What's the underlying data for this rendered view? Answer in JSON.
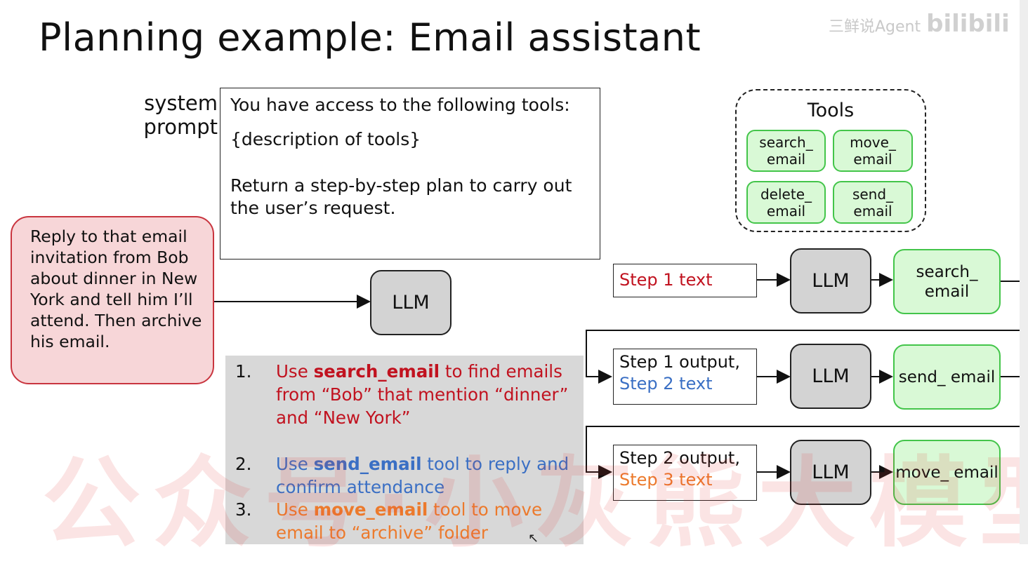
{
  "title": "Planning example: Email assistant",
  "system": {
    "label": "system prompt",
    "lines": [
      "You have access to the following tools:",
      "{description of tools}",
      "Return a step-by-step plan to carry out the user’s request."
    ]
  },
  "user_request": "Reply to that email invitation from Bob about dinner in New York and tell him I’ll attend. Then archive his email.",
  "llm_label": "LLM",
  "tools_group": {
    "title": "Tools",
    "items": [
      "search_ email",
      "move_ email",
      "delete_ email",
      "send_ email"
    ]
  },
  "plan": [
    {
      "num": "1.",
      "pre": "Use ",
      "tool": "search_email",
      "post": " to find emails from “Bob” that mention “dinner” and “New York”"
    },
    {
      "num": "2.",
      "pre": "Use ",
      "tool": "send_email",
      "post": " tool to reply and confirm attendance"
    },
    {
      "num": "3.",
      "pre": "Use ",
      "tool": "move_email",
      "post": " tool to move email to “archive” folder"
    }
  ],
  "steps": [
    {
      "line1": "Step 1 text",
      "line2": "",
      "tool": "search_ email"
    },
    {
      "line1": "Step 1 output,",
      "line2": "Step 2 text",
      "tool": "send_ email"
    },
    {
      "line1": "Step 2 output,",
      "line2": "Step 3 text",
      "tool": "move_ email"
    }
  ],
  "colors": {
    "step1": "#c1121f",
    "step2": "#3a6fc4",
    "step3": "#ec7a2c",
    "tool_fill": "#d9f9d6",
    "tool_border": "#43c54a",
    "llm_fill": "#d3d3d3",
    "user_fill": "#f7d6d8",
    "user_border": "#c9353f"
  },
  "watermark": "公众号·小灰熊大模型",
  "logo": {
    "text": "三鲜说Agent",
    "brand": "bilibili"
  }
}
